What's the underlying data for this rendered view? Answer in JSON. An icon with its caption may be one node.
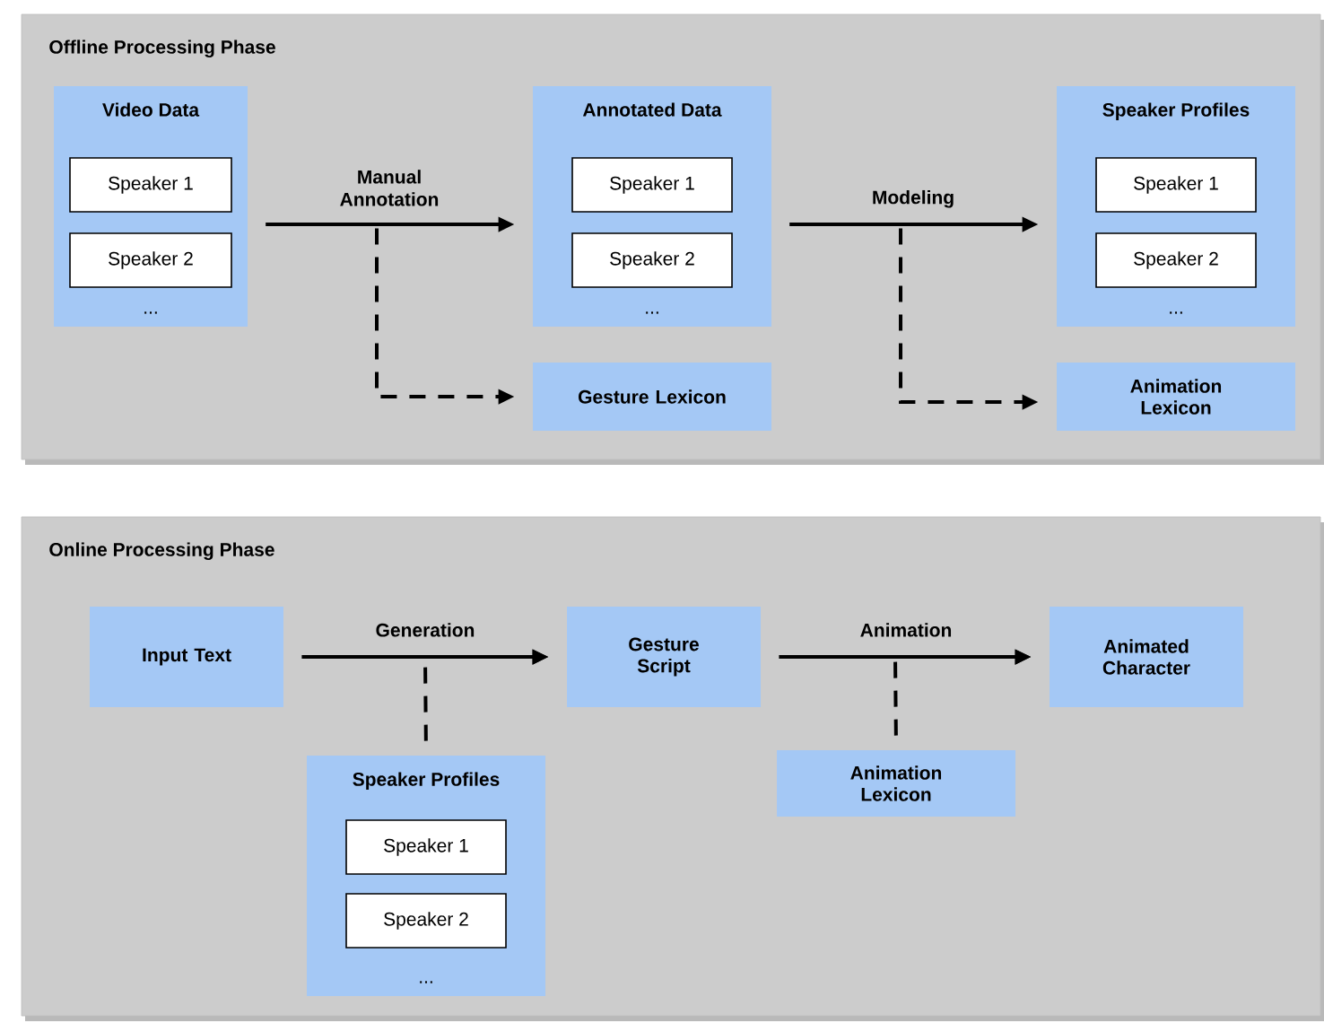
{
  "diagram": {
    "nodes": [
      {
        "text": [
          "Offline Processing Phase"
        ]
      },
      {
        "text": [
          "Video Data",
          "..."
        ],
        "in": 0
      },
      {
        "text": [
          "Speaker 1"
        ],
        "in": 1
      },
      {
        "text": [
          "Speaker 2"
        ],
        "in": 1
      },
      {
        "text": [
          "Annotated Data",
          "..."
        ],
        "in": 0
      },
      {
        "text": [
          "Speaker 1"
        ],
        "in": 4
      },
      {
        "text": [
          "Speaker 2"
        ],
        "in": 4
      },
      {
        "text": [
          "Speaker Profiles",
          "..."
        ],
        "in": 0
      },
      {
        "text": [
          "Speaker 1"
        ],
        "in": 7
      },
      {
        "text": [
          "Speaker 2"
        ],
        "in": 7
      },
      {
        "text": [
          "Gesture Lexicon"
        ],
        "in": 0
      },
      {
        "text": [
          "Animation Lexicon"
        ],
        "in": 0
      },
      {
        "text": [
          "Online Processing Phase"
        ]
      },
      {
        "text": [
          "Input Text"
        ],
        "in": 12
      },
      {
        "text": [
          "Gesture Script"
        ],
        "in": 12
      },
      {
        "text": [
          "Animated Character"
        ],
        "in": 12
      },
      {
        "text": [
          "Speaker Profiles",
          "..."
        ],
        "in": 12
      },
      {
        "text": [
          "Speaker 1"
        ],
        "in": 16
      },
      {
        "text": [
          "Speaker 2"
        ],
        "in": 16
      },
      {
        "text": [
          "Animation Lexicon"
        ],
        "in": 12
      }
    ],
    "edges": [
      {
        "from": 1,
        "to": 4,
        "arrow": "to",
        "label": "Manual Annotation"
      },
      {
        "from": 4,
        "to": 7,
        "arrow": "to",
        "label": "Modeling"
      },
      {
        "from": 1,
        "to": 10,
        "arrow": "to",
        "style": "dashed"
      },
      {
        "from": 4,
        "to": 11,
        "arrow": "to",
        "style": "dashed"
      },
      {
        "from": 13,
        "to": 14,
        "arrow": "to",
        "label": "Generation"
      },
      {
        "from": 14,
        "to": 15,
        "arrow": "to",
        "label": "Animation"
      },
      {
        "from": 16,
        "to": 14,
        "arrow": "to",
        "style": "dashed"
      },
      {
        "from": 19,
        "to": 15,
        "arrow": "to",
        "style": "dashed"
      }
    ]
  }
}
